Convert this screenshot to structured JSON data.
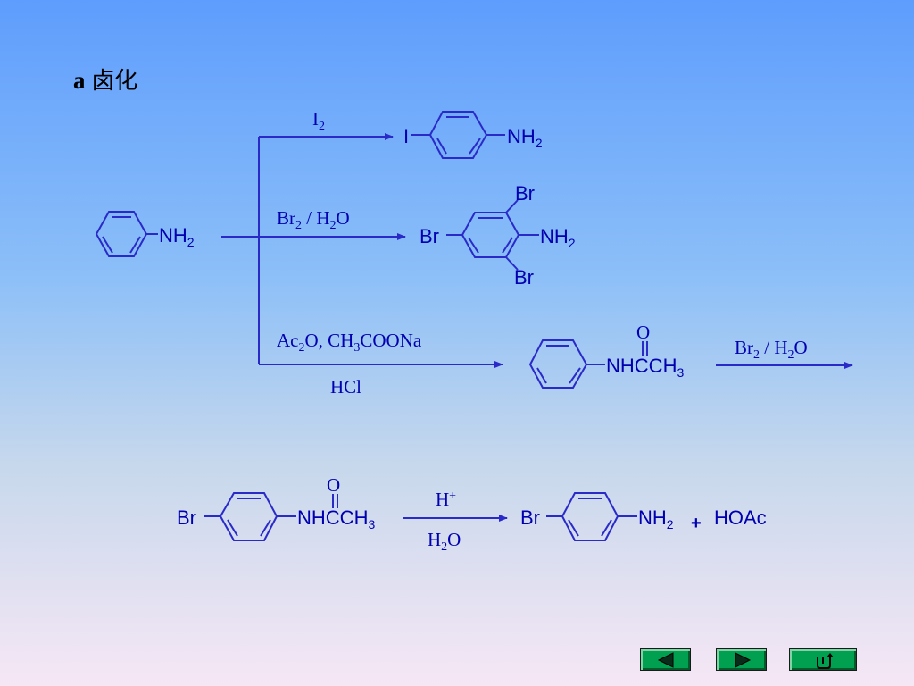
{
  "title": {
    "prefix": "a",
    "text": "卤化"
  },
  "reactants": {
    "aniline_group": "NH2"
  },
  "route_iodination": {
    "reagent": "I2",
    "product_left": "I",
    "product_right": "NH2"
  },
  "route_bromination": {
    "reagent": "Br2 / H2O",
    "substituent_top": "Br",
    "substituent_left": "Br",
    "substituent_bottom": "Br",
    "product_right": "NH2"
  },
  "route_acetylation": {
    "reagent_above": "Ac2O,  CH3COONa",
    "reagent_below": "HCl",
    "product_carbonyl": "O",
    "product_group": "NHCCH3",
    "next_reagent": "Br2 / H2O"
  },
  "hydrolysis": {
    "reactant_left": "Br",
    "reactant_carbonyl": "O",
    "reactant_group": "NHCCH3",
    "reagent_above": "H+",
    "reagent_below": "H2O",
    "product_left": "Br",
    "product_right": "NH2",
    "plus": "+",
    "byproduct": "HOAc"
  },
  "navigation": {
    "previous": "previous-icon",
    "next": "next-icon",
    "return": "return-icon"
  },
  "colors": {
    "bond": "#2a2ac8",
    "text": "#0000b0",
    "button": "#00a050"
  }
}
